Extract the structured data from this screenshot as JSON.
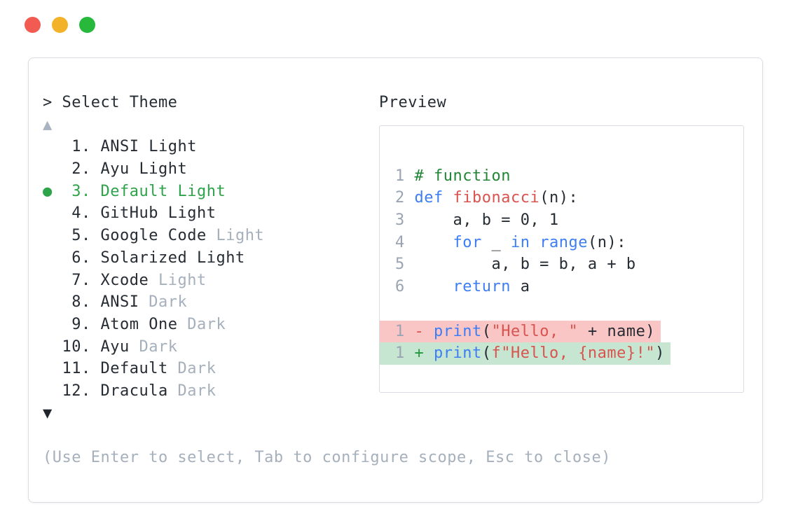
{
  "window_controls": {
    "close_color": "#f15b52",
    "minimize_color": "#f2b32a",
    "zoom_color": "#27b83c"
  },
  "picker": {
    "prompt": "> Select Theme",
    "scroll_up_indicator": "▲",
    "scroll_down_indicator": "▼",
    "selected_bullet": "●",
    "items": [
      {
        "num": "1",
        "name": "ANSI",
        "variant": "Light",
        "variant_muted": false,
        "selected": false
      },
      {
        "num": "2",
        "name": "Ayu",
        "variant": "Light",
        "variant_muted": false,
        "selected": false
      },
      {
        "num": "3",
        "name": "Default",
        "variant": "Light",
        "variant_muted": false,
        "selected": true
      },
      {
        "num": "4",
        "name": "GitHub",
        "variant": "Light",
        "variant_muted": false,
        "selected": false
      },
      {
        "num": "5",
        "name": "Google Code",
        "variant": "Light",
        "variant_muted": true,
        "selected": false
      },
      {
        "num": "6",
        "name": "Solarized",
        "variant": "Light",
        "variant_muted": false,
        "selected": false
      },
      {
        "num": "7",
        "name": "Xcode",
        "variant": "Light",
        "variant_muted": true,
        "selected": false
      },
      {
        "num": "8",
        "name": "ANSI",
        "variant": "Dark",
        "variant_muted": true,
        "selected": false
      },
      {
        "num": "9",
        "name": "Atom One",
        "variant": "Dark",
        "variant_muted": true,
        "selected": false
      },
      {
        "num": "10",
        "name": "Ayu",
        "variant": "Dark",
        "variant_muted": true,
        "selected": false
      },
      {
        "num": "11",
        "name": "Default",
        "variant": "Dark",
        "variant_muted": true,
        "selected": false
      },
      {
        "num": "12",
        "name": "Dracula",
        "variant": "Dark",
        "variant_muted": true,
        "selected": false
      }
    ],
    "help": "(Use Enter to select, Tab to configure scope, Esc to close)"
  },
  "preview": {
    "label": "Preview",
    "code_lines": [
      {
        "kind": "code",
        "tokens": [
          {
            "t": "1",
            "c": "ln"
          },
          {
            "t": " ",
            "c": "txt"
          },
          {
            "t": "# function",
            "c": "com"
          }
        ]
      },
      {
        "kind": "code",
        "tokens": [
          {
            "t": "2",
            "c": "ln"
          },
          {
            "t": " ",
            "c": "txt"
          },
          {
            "t": "def",
            "c": "kw"
          },
          {
            "t": " ",
            "c": "txt"
          },
          {
            "t": "fibonacci",
            "c": "fn"
          },
          {
            "t": "(n):",
            "c": "txt"
          }
        ]
      },
      {
        "kind": "code",
        "tokens": [
          {
            "t": "3",
            "c": "ln"
          },
          {
            "t": "     a, b = 0, 1",
            "c": "txt"
          }
        ]
      },
      {
        "kind": "code",
        "tokens": [
          {
            "t": "4",
            "c": "ln"
          },
          {
            "t": "     ",
            "c": "txt"
          },
          {
            "t": "for",
            "c": "kw"
          },
          {
            "t": " _ ",
            "c": "txt"
          },
          {
            "t": "in",
            "c": "kw"
          },
          {
            "t": " ",
            "c": "txt"
          },
          {
            "t": "range",
            "c": "kw"
          },
          {
            "t": "(n):",
            "c": "txt"
          }
        ]
      },
      {
        "kind": "code",
        "tokens": [
          {
            "t": "5",
            "c": "ln"
          },
          {
            "t": "         a, b = b, a + b",
            "c": "txt"
          }
        ]
      },
      {
        "kind": "code",
        "tokens": [
          {
            "t": "6",
            "c": "ln"
          },
          {
            "t": "     ",
            "c": "txt"
          },
          {
            "t": "return",
            "c": "kw"
          },
          {
            "t": " a",
            "c": "txt"
          }
        ]
      },
      {
        "kind": "blank",
        "tokens": []
      },
      {
        "kind": "del",
        "tokens": [
          {
            "t": "1",
            "c": "ln"
          },
          {
            "t": " ",
            "c": "txt"
          },
          {
            "t": "-",
            "c": "minus"
          },
          {
            "t": " ",
            "c": "txt"
          },
          {
            "t": "print",
            "c": "kw"
          },
          {
            "t": "(",
            "c": "txt"
          },
          {
            "t": "\"Hello, \"",
            "c": "str"
          },
          {
            "t": " + name)",
            "c": "txt"
          }
        ]
      },
      {
        "kind": "add",
        "tokens": [
          {
            "t": "1",
            "c": "ln"
          },
          {
            "t": " ",
            "c": "txt"
          },
          {
            "t": "+",
            "c": "plus"
          },
          {
            "t": " ",
            "c": "txt"
          },
          {
            "t": "print",
            "c": "kw"
          },
          {
            "t": "(",
            "c": "txt"
          },
          {
            "t": "f\"Hello, {name}!\"",
            "c": "str"
          },
          {
            "t": ")",
            "c": "txt"
          }
        ]
      }
    ]
  },
  "colors": {
    "border": "#d9dde3",
    "text_dark": "#262c33",
    "text_muted": "#a6b0bc",
    "accent_green": "#2da44a",
    "comment_green": "#218636",
    "kw_blue": "#3d7ef5",
    "fn_red": "#d9534f",
    "diff_plus_green": "#22973f",
    "diff_del_bg": "#fac5c5",
    "diff_add_bg": "#c7e6d2",
    "linenum_gray": "#9aa4b2",
    "arrow_muted": "#a9b4c2",
    "arrow_dark": "#21262d",
    "dot_red": "#f15b52",
    "dot_yellow": "#f2b32a",
    "dot_green": "#27b83c"
  }
}
